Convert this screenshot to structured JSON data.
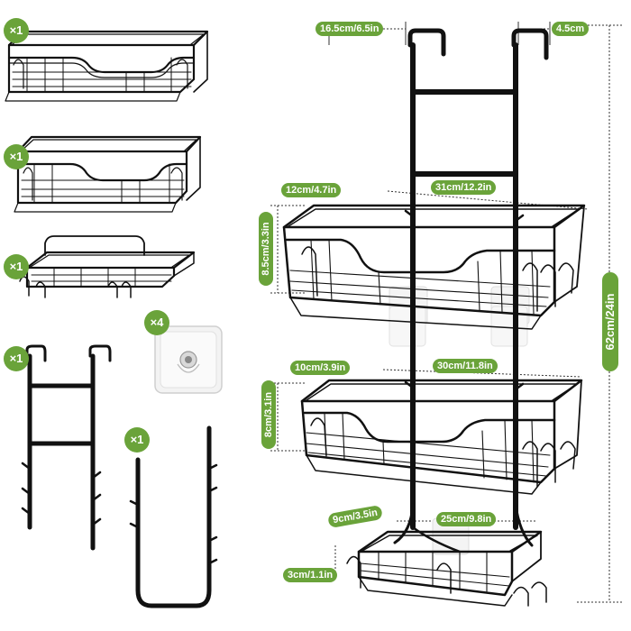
{
  "accent_color": "#6aa33a",
  "product_color": "#111111",
  "components": [
    {
      "name": "large-basket",
      "quantity": "×1"
    },
    {
      "name": "medium-basket",
      "quantity": "×1"
    },
    {
      "name": "soap-dish-tray",
      "quantity": "×1"
    },
    {
      "name": "adhesive-hook",
      "quantity": "×4"
    },
    {
      "name": "upper-hanger-frame",
      "quantity": "×1"
    },
    {
      "name": "lower-u-frame",
      "quantity": "×1"
    }
  ],
  "dimensions": {
    "hook_width": "16.5cm/6.5in",
    "hook_depth": "4.5cm",
    "total_height": "62cm/24in",
    "top_basket_depth": "12cm/4.7in",
    "top_basket_width": "31cm/12.2in",
    "top_basket_height": "8.5cm/3.3in",
    "mid_basket_depth": "10cm/3.9in",
    "mid_basket_width": "30cm/11.8in",
    "mid_basket_height": "8cm/3.1in",
    "tray_depth": "9cm/3.5in",
    "tray_width": "25cm/9.8in",
    "tray_height": "3cm/1.1in"
  }
}
